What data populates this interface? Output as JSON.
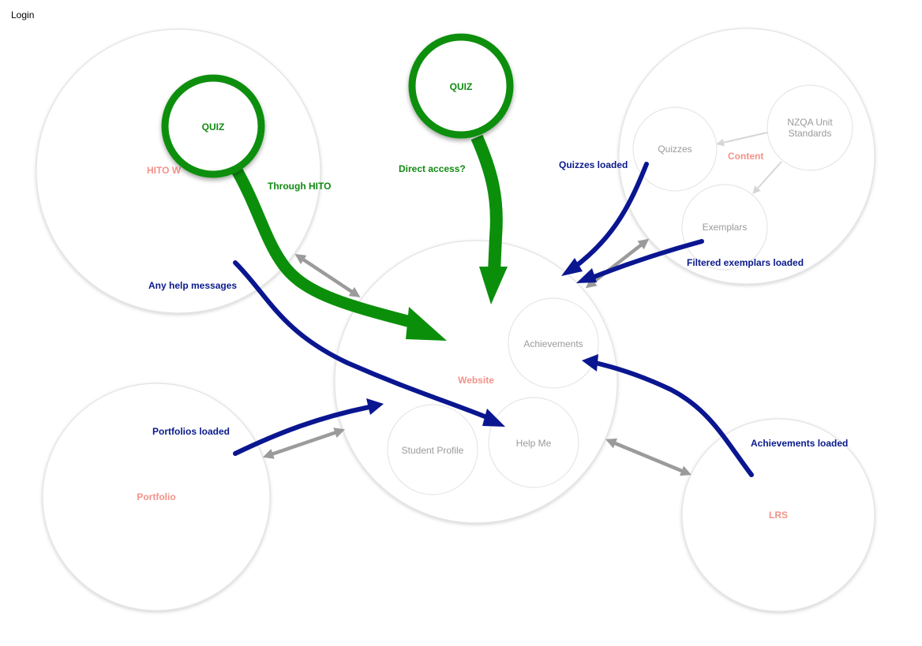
{
  "header": {
    "login_label": "Login"
  },
  "nodes": {
    "hito": {
      "label": "HITO W"
    },
    "website": {
      "label": "Website"
    },
    "content": {
      "label": "Content"
    },
    "portfolio": {
      "label": "Portfolio"
    },
    "lrs": {
      "label": "LRS"
    },
    "quizzes": {
      "label": "Quizzes"
    },
    "nzqa": {
      "line1": "NZQA Unit",
      "line2": "Standards"
    },
    "exemplars": {
      "label": "Exemplars"
    },
    "achievements": {
      "label": "Achievements"
    },
    "student_profile": {
      "label": "Student Profile"
    },
    "help_me": {
      "label": "Help Me"
    },
    "quiz_hito": {
      "label": "QUIZ"
    },
    "quiz_direct": {
      "label": "QUIZ"
    }
  },
  "flows": {
    "through_hito": "Through HITO",
    "direct_access": "Direct access?",
    "quizzes_loaded": "Quizzes loaded",
    "filtered_exemplars_loaded": "Filtered exemplars loaded",
    "any_help_messages": "Any help messages",
    "portfolios_loaded": "Portfolios loaded",
    "achievements_loaded": "Achievements loaded"
  },
  "colors": {
    "node_label": "#f4928a",
    "flow_blue": "#0a1690",
    "flow_green": "#0b8f0b",
    "sync_grey": "#9b9b9b"
  }
}
